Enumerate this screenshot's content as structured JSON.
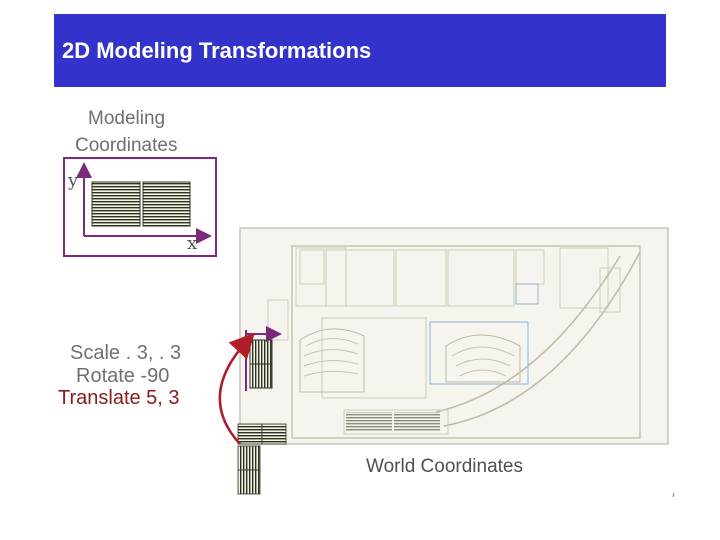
{
  "slide": {
    "title": "2D Modeling Transformations"
  },
  "modeling": {
    "label_line1": "Modeling",
    "label_line2": "Coordinates",
    "axis_y": "y",
    "axis_x": "x"
  },
  "transforms": {
    "scale": "Scale . 3, . 3",
    "rotate": "Rotate -90",
    "translate": "Translate 5, 3"
  },
  "world": {
    "label": "World Coordinates"
  },
  "colors": {
    "title_bar": "#3333cc",
    "modeling_box_border": "#7b2a7b",
    "arrow": "#b01c2a",
    "translate_text": "#8b1a1a",
    "scale_rotate_text": "#707070"
  }
}
